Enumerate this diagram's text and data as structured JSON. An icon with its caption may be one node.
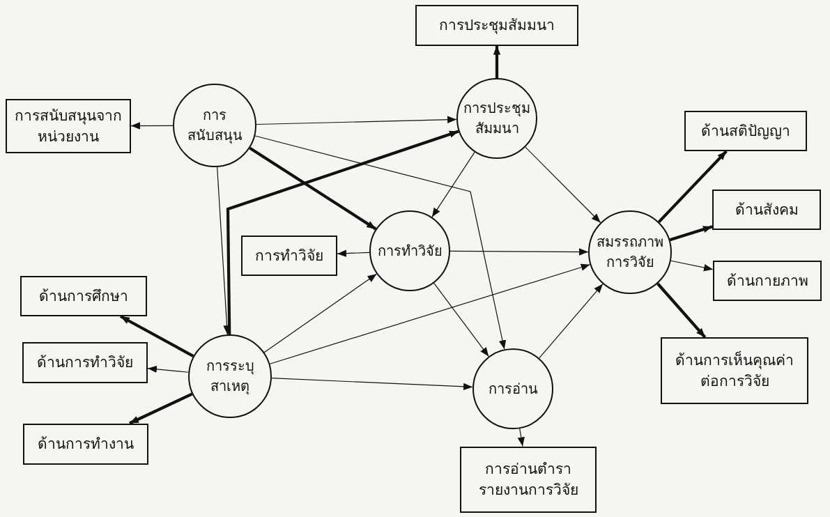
{
  "diagram": {
    "nodes": [
      {
        "text": [
          "การประชุมสัมมนา"
        ]
      },
      {
        "text": [
          "การสนับสนุนจากหน่วยงาน"
        ]
      },
      {
        "text": [
          "การสนับสนุน"
        ]
      },
      {
        "text": [
          "การประชุมสัมมนา"
        ]
      },
      {
        "text": [
          "ด้านสติปัญญา"
        ]
      },
      {
        "text": [
          "ด้านสังคม"
        ]
      },
      {
        "text": [
          "การทำวิจัย"
        ]
      },
      {
        "text": [
          "การทำวิจัย"
        ]
      },
      {
        "text": [
          "สมรรถภาพการวิจัย"
        ]
      },
      {
        "text": [
          "ด้านกายภาพ"
        ]
      },
      {
        "text": [
          "ด้านการศึกษา"
        ]
      },
      {
        "text": [
          "ด้านการทำวิจัย"
        ]
      },
      {
        "text": [
          "การระบุสาเหตุ"
        ]
      },
      {
        "text": [
          "การอ่าน"
        ]
      },
      {
        "text": [
          "ด้านการเห็นคุณค่าต่อการวิจัย"
        ]
      },
      {
        "text": [
          "ด้านการทำงาน"
        ]
      },
      {
        "text": [
          "การอ่านตำรารายงานการวิจัย"
        ]
      }
    ],
    "edges": [
      {
        "from": 2,
        "to": 1,
        "arrow": "to"
      },
      {
        "from": 2,
        "to": 3,
        "arrow": "to"
      },
      {
        "from": 2,
        "to": 7,
        "arrow": "to",
        "style": "thick"
      },
      {
        "from": 2,
        "to": 13,
        "arrow": "to"
      },
      {
        "from": 2,
        "to": 12,
        "arrow": "to"
      },
      {
        "from": 12,
        "to": 3,
        "arrow": "to",
        "style": "thick"
      },
      {
        "from": 3,
        "to": 0,
        "arrow": "to",
        "style": "thick"
      },
      {
        "from": 3,
        "to": 7,
        "arrow": "to"
      },
      {
        "from": 3,
        "to": 8,
        "arrow": "to"
      },
      {
        "from": 7,
        "to": 6,
        "arrow": "to"
      },
      {
        "from": 7,
        "to": 8,
        "arrow": "to"
      },
      {
        "from": 7,
        "to": 13,
        "arrow": "to"
      },
      {
        "from": 12,
        "to": 7,
        "arrow": "to"
      },
      {
        "from": 12,
        "to": 8,
        "arrow": "to"
      },
      {
        "from": 12,
        "to": 13,
        "arrow": "to"
      },
      {
        "from": 12,
        "to": 10,
        "arrow": "to",
        "style": "thick"
      },
      {
        "from": 12,
        "to": 11,
        "arrow": "to"
      },
      {
        "from": 12,
        "to": 15,
        "arrow": "to",
        "style": "thick"
      },
      {
        "from": 13,
        "to": 8,
        "arrow": "to"
      },
      {
        "from": 13,
        "to": 16,
        "arrow": "to"
      },
      {
        "from": 8,
        "to": 4,
        "arrow": "to",
        "style": "thick"
      },
      {
        "from": 8,
        "to": 5,
        "arrow": "to",
        "style": "thick"
      },
      {
        "from": 8,
        "to": 9,
        "arrow": "to"
      },
      {
        "from": 8,
        "to": 14,
        "arrow": "to",
        "style": "thick"
      }
    ]
  }
}
